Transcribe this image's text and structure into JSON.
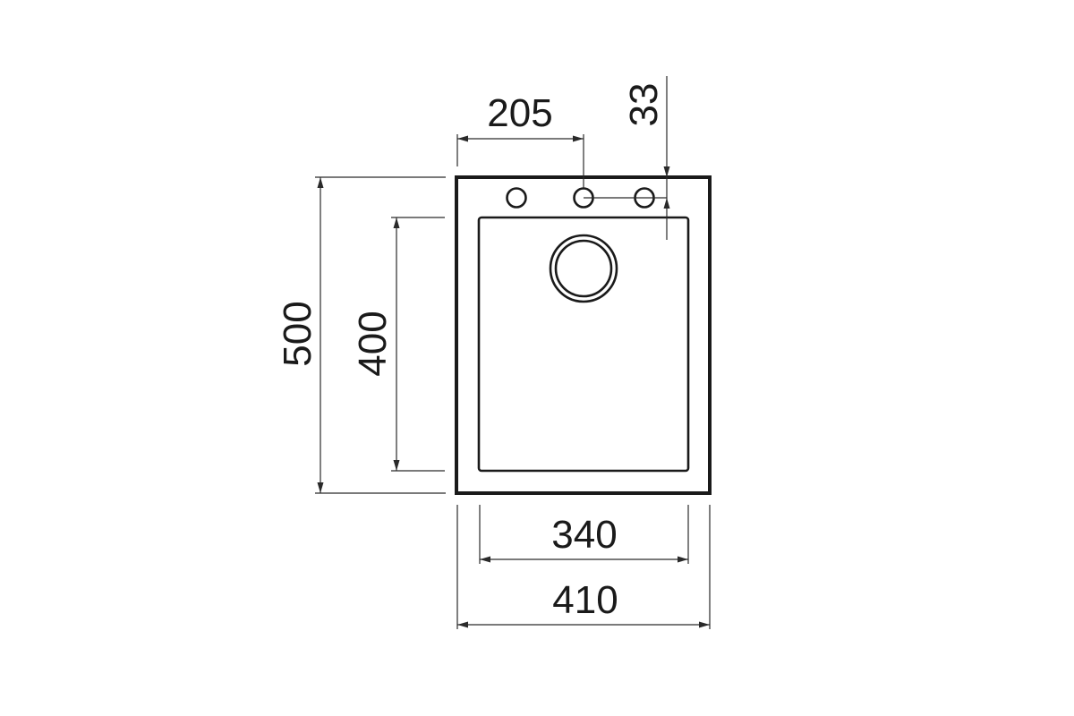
{
  "dimensions": {
    "tap_offset": "205",
    "hole_offset": "33",
    "outer_height": "500",
    "bowl_height": "400",
    "bowl_width": "340",
    "outer_width": "410"
  }
}
